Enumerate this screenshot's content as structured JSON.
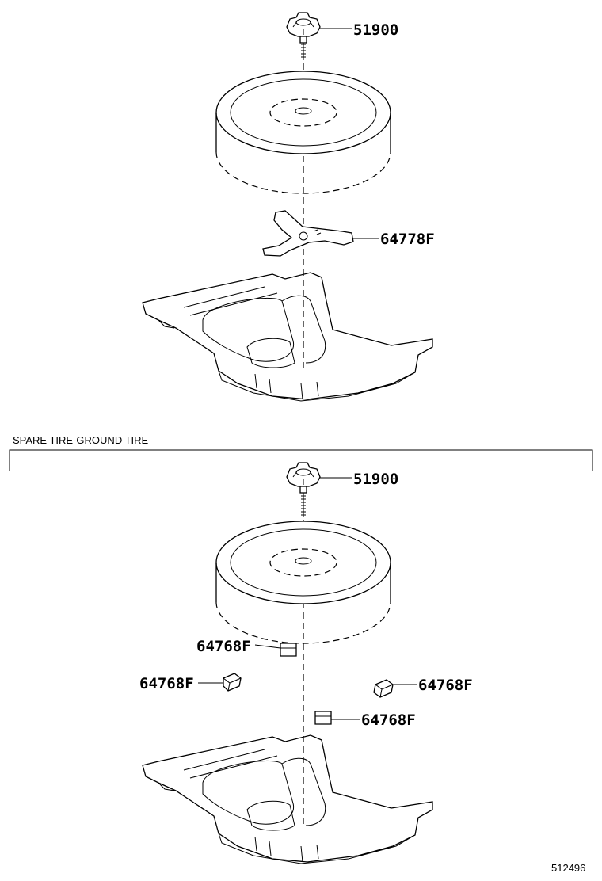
{
  "top_section": {
    "labels": {
      "lock_bolt": "51900",
      "bracket": "64778F"
    }
  },
  "section_caption": "SPARE TIRE-GROUND TIRE",
  "bottom_section": {
    "labels": {
      "lock_bolt": "51900",
      "spacer_a": "64768F",
      "spacer_b": "64768F",
      "spacer_c": "64768F",
      "spacer_d": "64768F"
    }
  },
  "illustration_code": "512496"
}
